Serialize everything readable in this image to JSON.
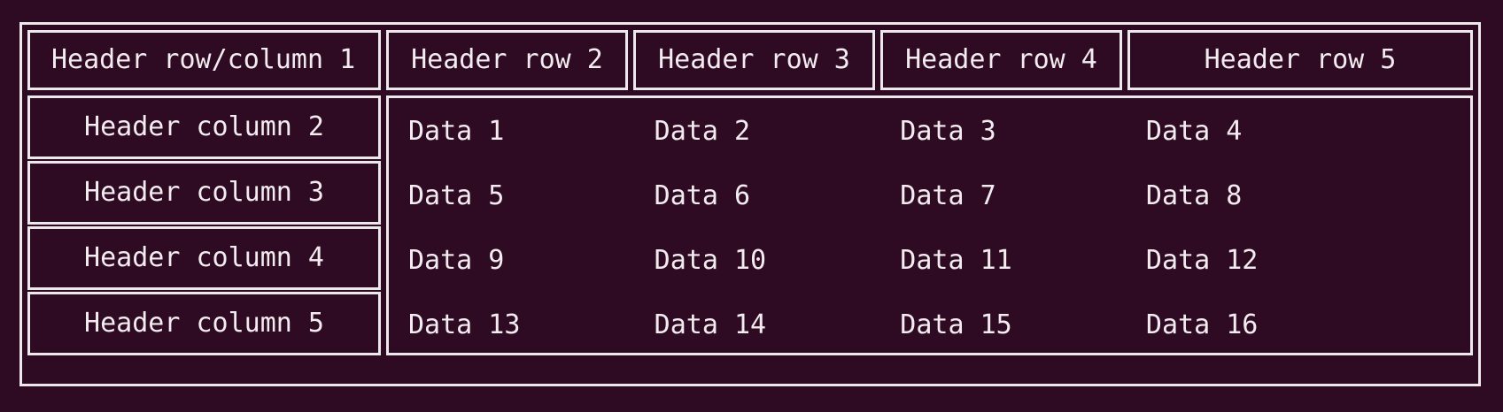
{
  "colors": {
    "background": "#2E0B22",
    "border": "#EDE8EC",
    "text": "#F2ECF0"
  },
  "table": {
    "corner_header": "Header row/column 1",
    "header_row": [
      "Header row 2",
      "Header row 3",
      "Header row 4",
      "Header row 5"
    ],
    "header_column": [
      "Header column 2",
      "Header column 3",
      "Header column 4",
      "Header column 5"
    ],
    "data_rows": [
      [
        "Data 1",
        "Data 2",
        "Data 3",
        "Data 4"
      ],
      [
        "Data 5",
        "Data 6",
        "Data 7",
        "Data 8"
      ],
      [
        "Data 9",
        "Data 10",
        "Data 11",
        "Data 12"
      ],
      [
        "Data 13",
        "Data 14",
        "Data 15",
        "Data 16"
      ]
    ]
  }
}
